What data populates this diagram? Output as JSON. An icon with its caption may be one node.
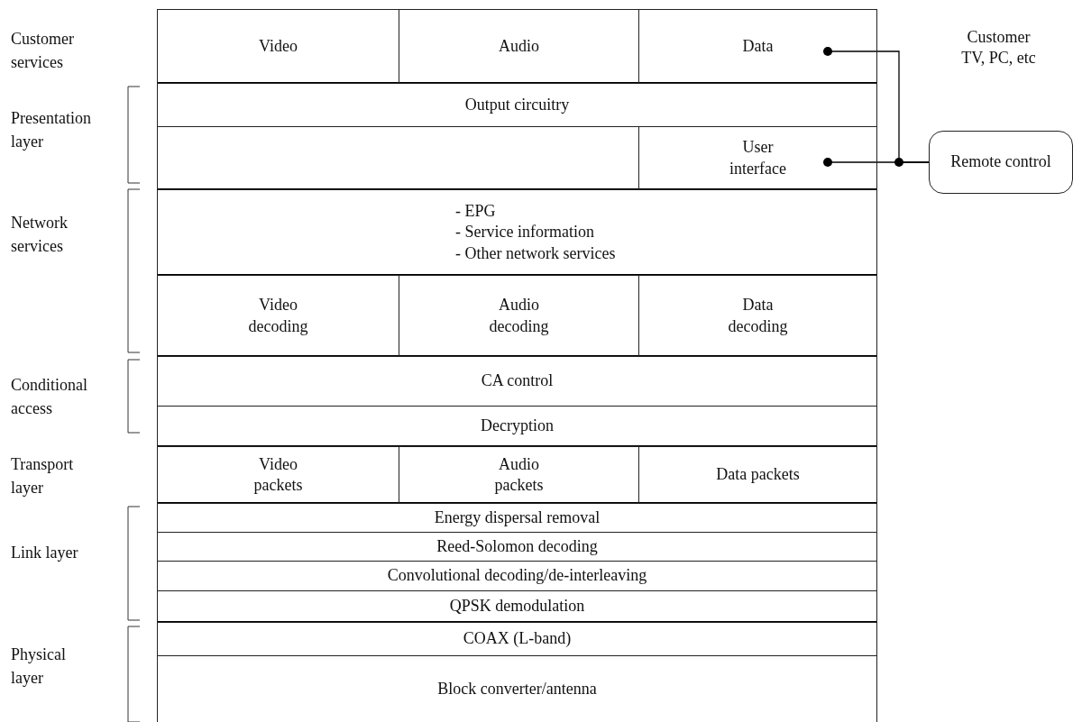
{
  "diagram": {
    "nodes": [
      {
        "text": [
          "Video"
        ]
      },
      {
        "text": [
          "Audio"
        ]
      },
      {
        "text": [
          "Data"
        ]
      },
      {
        "text": [
          "Output circuitry"
        ]
      },
      {
        "text": [
          "User interface"
        ]
      },
      {
        "text": [
          "- EPG",
          "- Service information",
          "- Other network services"
        ]
      },
      {
        "text": [
          "Video decoding"
        ]
      },
      {
        "text": [
          "Audio decoding"
        ]
      },
      {
        "text": [
          "Data decoding"
        ]
      },
      {
        "text": [
          "CA control"
        ]
      },
      {
        "text": [
          "Decryption"
        ]
      },
      {
        "text": [
          "Video packets"
        ]
      },
      {
        "text": [
          "Audio packets"
        ]
      },
      {
        "text": [
          "Data packets"
        ]
      },
      {
        "text": [
          "Energy dispersal removal"
        ]
      },
      {
        "text": [
          "Reed-Solomon decoding"
        ]
      },
      {
        "text": [
          "Convolutional decoding/de-interleaving"
        ]
      },
      {
        "text": [
          "QPSK demodulation"
        ]
      },
      {
        "text": [
          "COAX (L-band)"
        ]
      },
      {
        "text": [
          "Block converter/antenna"
        ]
      },
      {
        "text": [
          "Remote control"
        ]
      }
    ],
    "edges": [
      {
        "from": 2,
        "to": 20,
        "arrow": "other"
      },
      {
        "from": 4,
        "to": 20,
        "arrow": "other"
      }
    ],
    "labels": [
      "Customer services",
      "Customer TV, PC, etc",
      "Presentation layer",
      "Network services",
      "Conditional access",
      "Transport layer",
      "Link layer",
      "Physical layer"
    ]
  }
}
